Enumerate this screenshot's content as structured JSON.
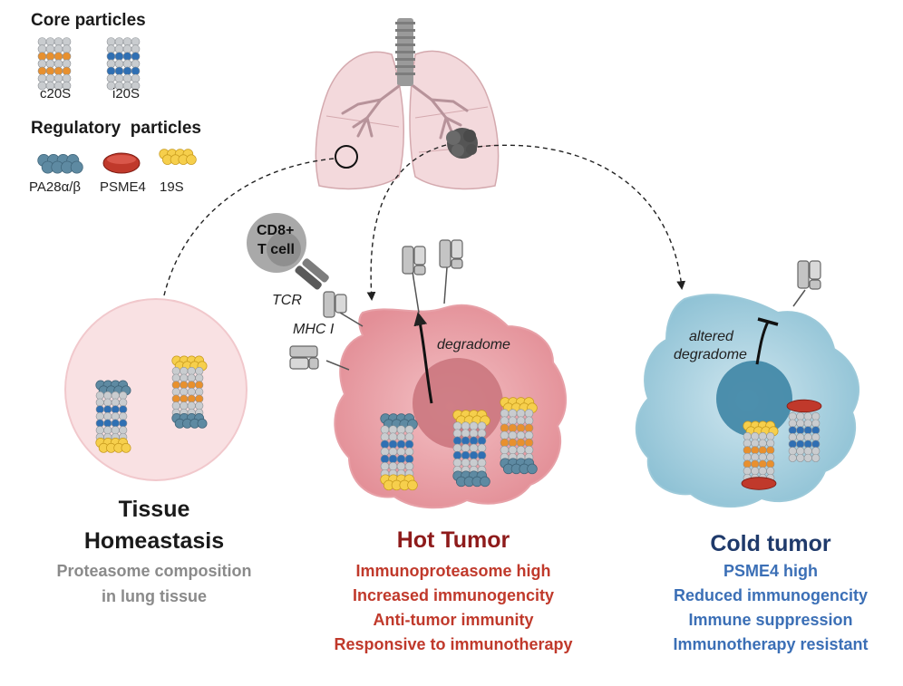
{
  "legend": {
    "core_title": "Core particles",
    "core_items": [
      "c20S",
      "i20S"
    ],
    "regulatory_title": "Regulatory  particles",
    "regulatory_items": [
      "PA28α/β",
      "PSME4",
      "19S"
    ]
  },
  "labels": {
    "cd8": "CD8+",
    "tcell": "T cell",
    "tcr": "TCR",
    "mhc": "MHC I",
    "degradome": "degradome",
    "altered": "altered",
    "altered_degradome": "degradome"
  },
  "panels": {
    "tissue": {
      "title_line1": "Tissue",
      "title_line2": "Homeastasis",
      "lines": [
        "Proteasome composition",
        "in lung tissue"
      ],
      "title_color": "#1a1a1a",
      "text_color": "#8a8a8a"
    },
    "hot": {
      "title": "Hot Tumor",
      "lines": [
        "Immunoproteasome high",
        "Increased immunogencity",
        "Anti-tumor immunity",
        "Responsive to immunotherapy"
      ],
      "title_color": "#8e1b1b",
      "text_color": "#c0392b"
    },
    "cold": {
      "title": "Cold tumor",
      "lines": [
        "PSME4 high",
        "Reduced immunogencity",
        "Immune suppression",
        "Immunotherapy resistant"
      ],
      "title_color": "#1f3a6b",
      "text_color": "#3b6fb6"
    }
  },
  "colors": {
    "subunit_gray": "#c9cccf",
    "beta_orange": "#e8902e",
    "immuno_blue": "#2f6fb3",
    "pa28_blue": "#5e8aa2",
    "psme4_red": "#c0392b",
    "rp19s_yellow": "#f6cf4c",
    "lung_pink": "#f3d9dc",
    "hot_cell": "#e9a2a8",
    "cold_cell": "#a8d0de"
  }
}
